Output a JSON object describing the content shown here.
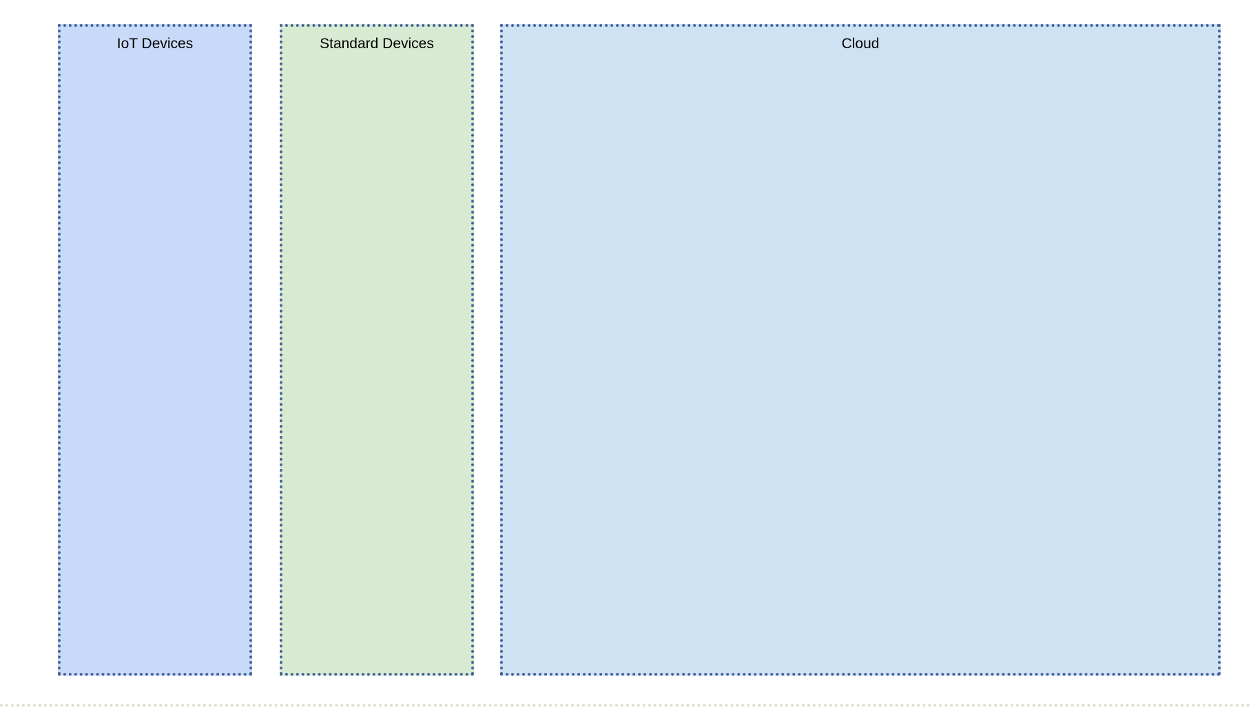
{
  "diagram": {
    "canvas_background": "#ffffff",
    "zone_border_color": "#45639a",
    "zones": [
      {
        "id": "iot-devices",
        "label": "IoT Devices",
        "fill": "#c9daf8"
      },
      {
        "id": "standard-devices",
        "label": "Standard Devices",
        "fill": "#d9ead3"
      },
      {
        "id": "cloud",
        "label": "Cloud",
        "fill": "#cfe2f3"
      }
    ],
    "bottom_cut_line_color": "#b7cda4"
  }
}
